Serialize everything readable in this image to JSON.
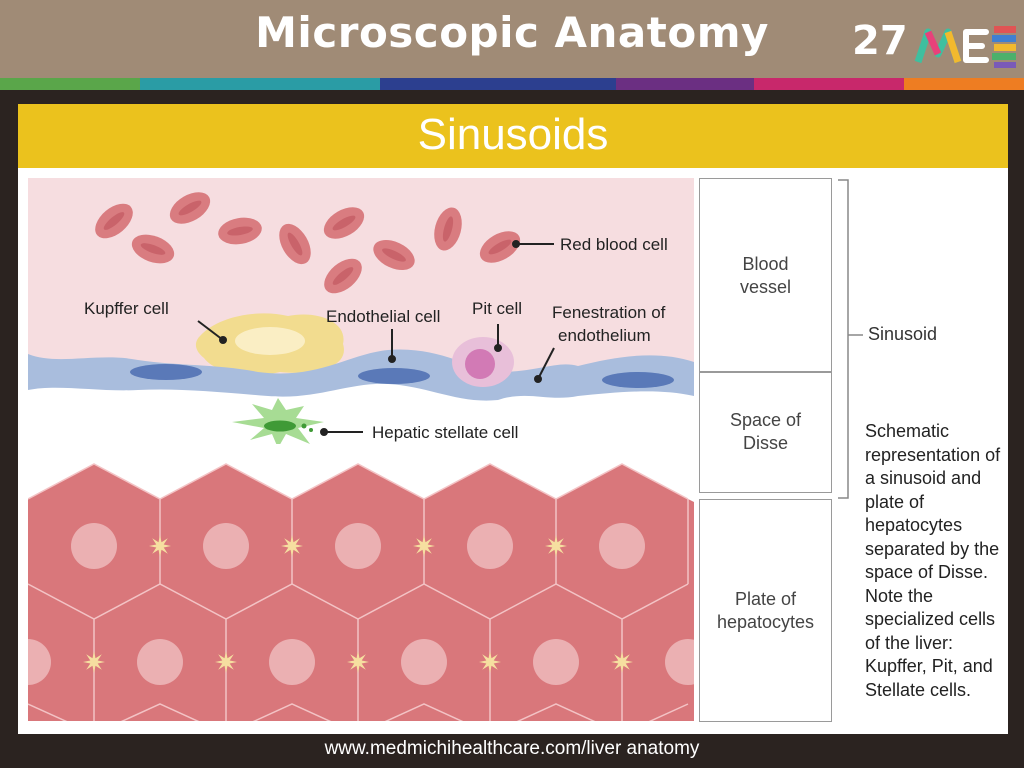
{
  "header": {
    "title": "Microscopic Anatomy",
    "logo_number": "27",
    "logo_letters": "ME"
  },
  "slide": {
    "subtitle": "Sinusoids"
  },
  "diagram": {
    "labels": {
      "rbc": "Red blood cell",
      "kupffer": "Kupffer cell",
      "endothelial": "Endothelial cell",
      "pit": "Pit cell",
      "fenestration_line1": "Fenestration of",
      "fenestration_line2": "endothelium",
      "stellate": "Hepatic stellate cell"
    },
    "boxes": {
      "blood_vessel": "Blood vessel",
      "space_of_disse": "Space of Disse",
      "plate_of_hepatocytes": "Plate of hepatocytes"
    },
    "bracket_label": "Sinusoid",
    "description": "Schematic representation of a sinusoid and plate of hepatocytes separated by the space of Disse. Note the specialized cells of the liver: Kupffer, Pit, and Stellate cells."
  },
  "footer": {
    "url": "www.medmichihealthcare.com/liver anatomy"
  },
  "colors": {
    "header_bg": "#a08b76",
    "subtitle_bar": "#ebc21d",
    "blood_bg": "#f6dde0",
    "rbc": "#d97c80",
    "endothelium": "#a9bddd",
    "hepatocyte": "#d9777b",
    "kupffer": "#f2dc8f",
    "pit": "#e3b6d6",
    "stellate": "#7cc36e"
  }
}
